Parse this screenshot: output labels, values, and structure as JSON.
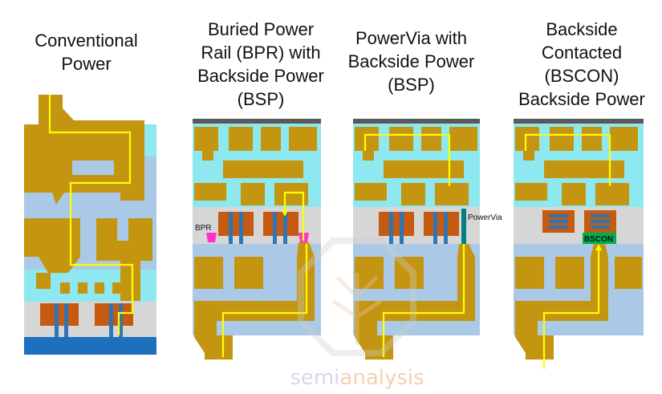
{
  "panels": [
    {
      "id": "conventional",
      "title_lines": [
        "Conventional",
        "Power"
      ]
    },
    {
      "id": "bpr",
      "title_lines": [
        "Buried Power",
        "Rail (BPR) with",
        "Backside Power",
        "(BSP)"
      ]
    },
    {
      "id": "powervia",
      "title_lines": [
        "PowerVia with",
        "Backside Power",
        "(BSP)"
      ]
    },
    {
      "id": "bscon",
      "title_lines": [
        "Backside",
        "Contacted",
        "(BSCON)",
        "Backside Power"
      ]
    }
  ],
  "labels": {
    "bpr": "BPR",
    "powervia": "PowerVia",
    "bscon": "BSCON"
  },
  "watermark": {
    "part1": "semi",
    "part2": "analysis"
  },
  "colors": {
    "metal": "#c49510",
    "dielectric_light": "#8ee8f0",
    "dielectric_blue": "#a9c9e6",
    "device_layer": "#d6d6d6",
    "transistor": "#c55a11",
    "channel": "#2e75b6",
    "power_path": "#ffff00",
    "substrate": "#1f6fbf",
    "carrier": "#595959",
    "bpr": "#ff33cc",
    "powervia": "#008080",
    "bscon": "#00b050"
  }
}
